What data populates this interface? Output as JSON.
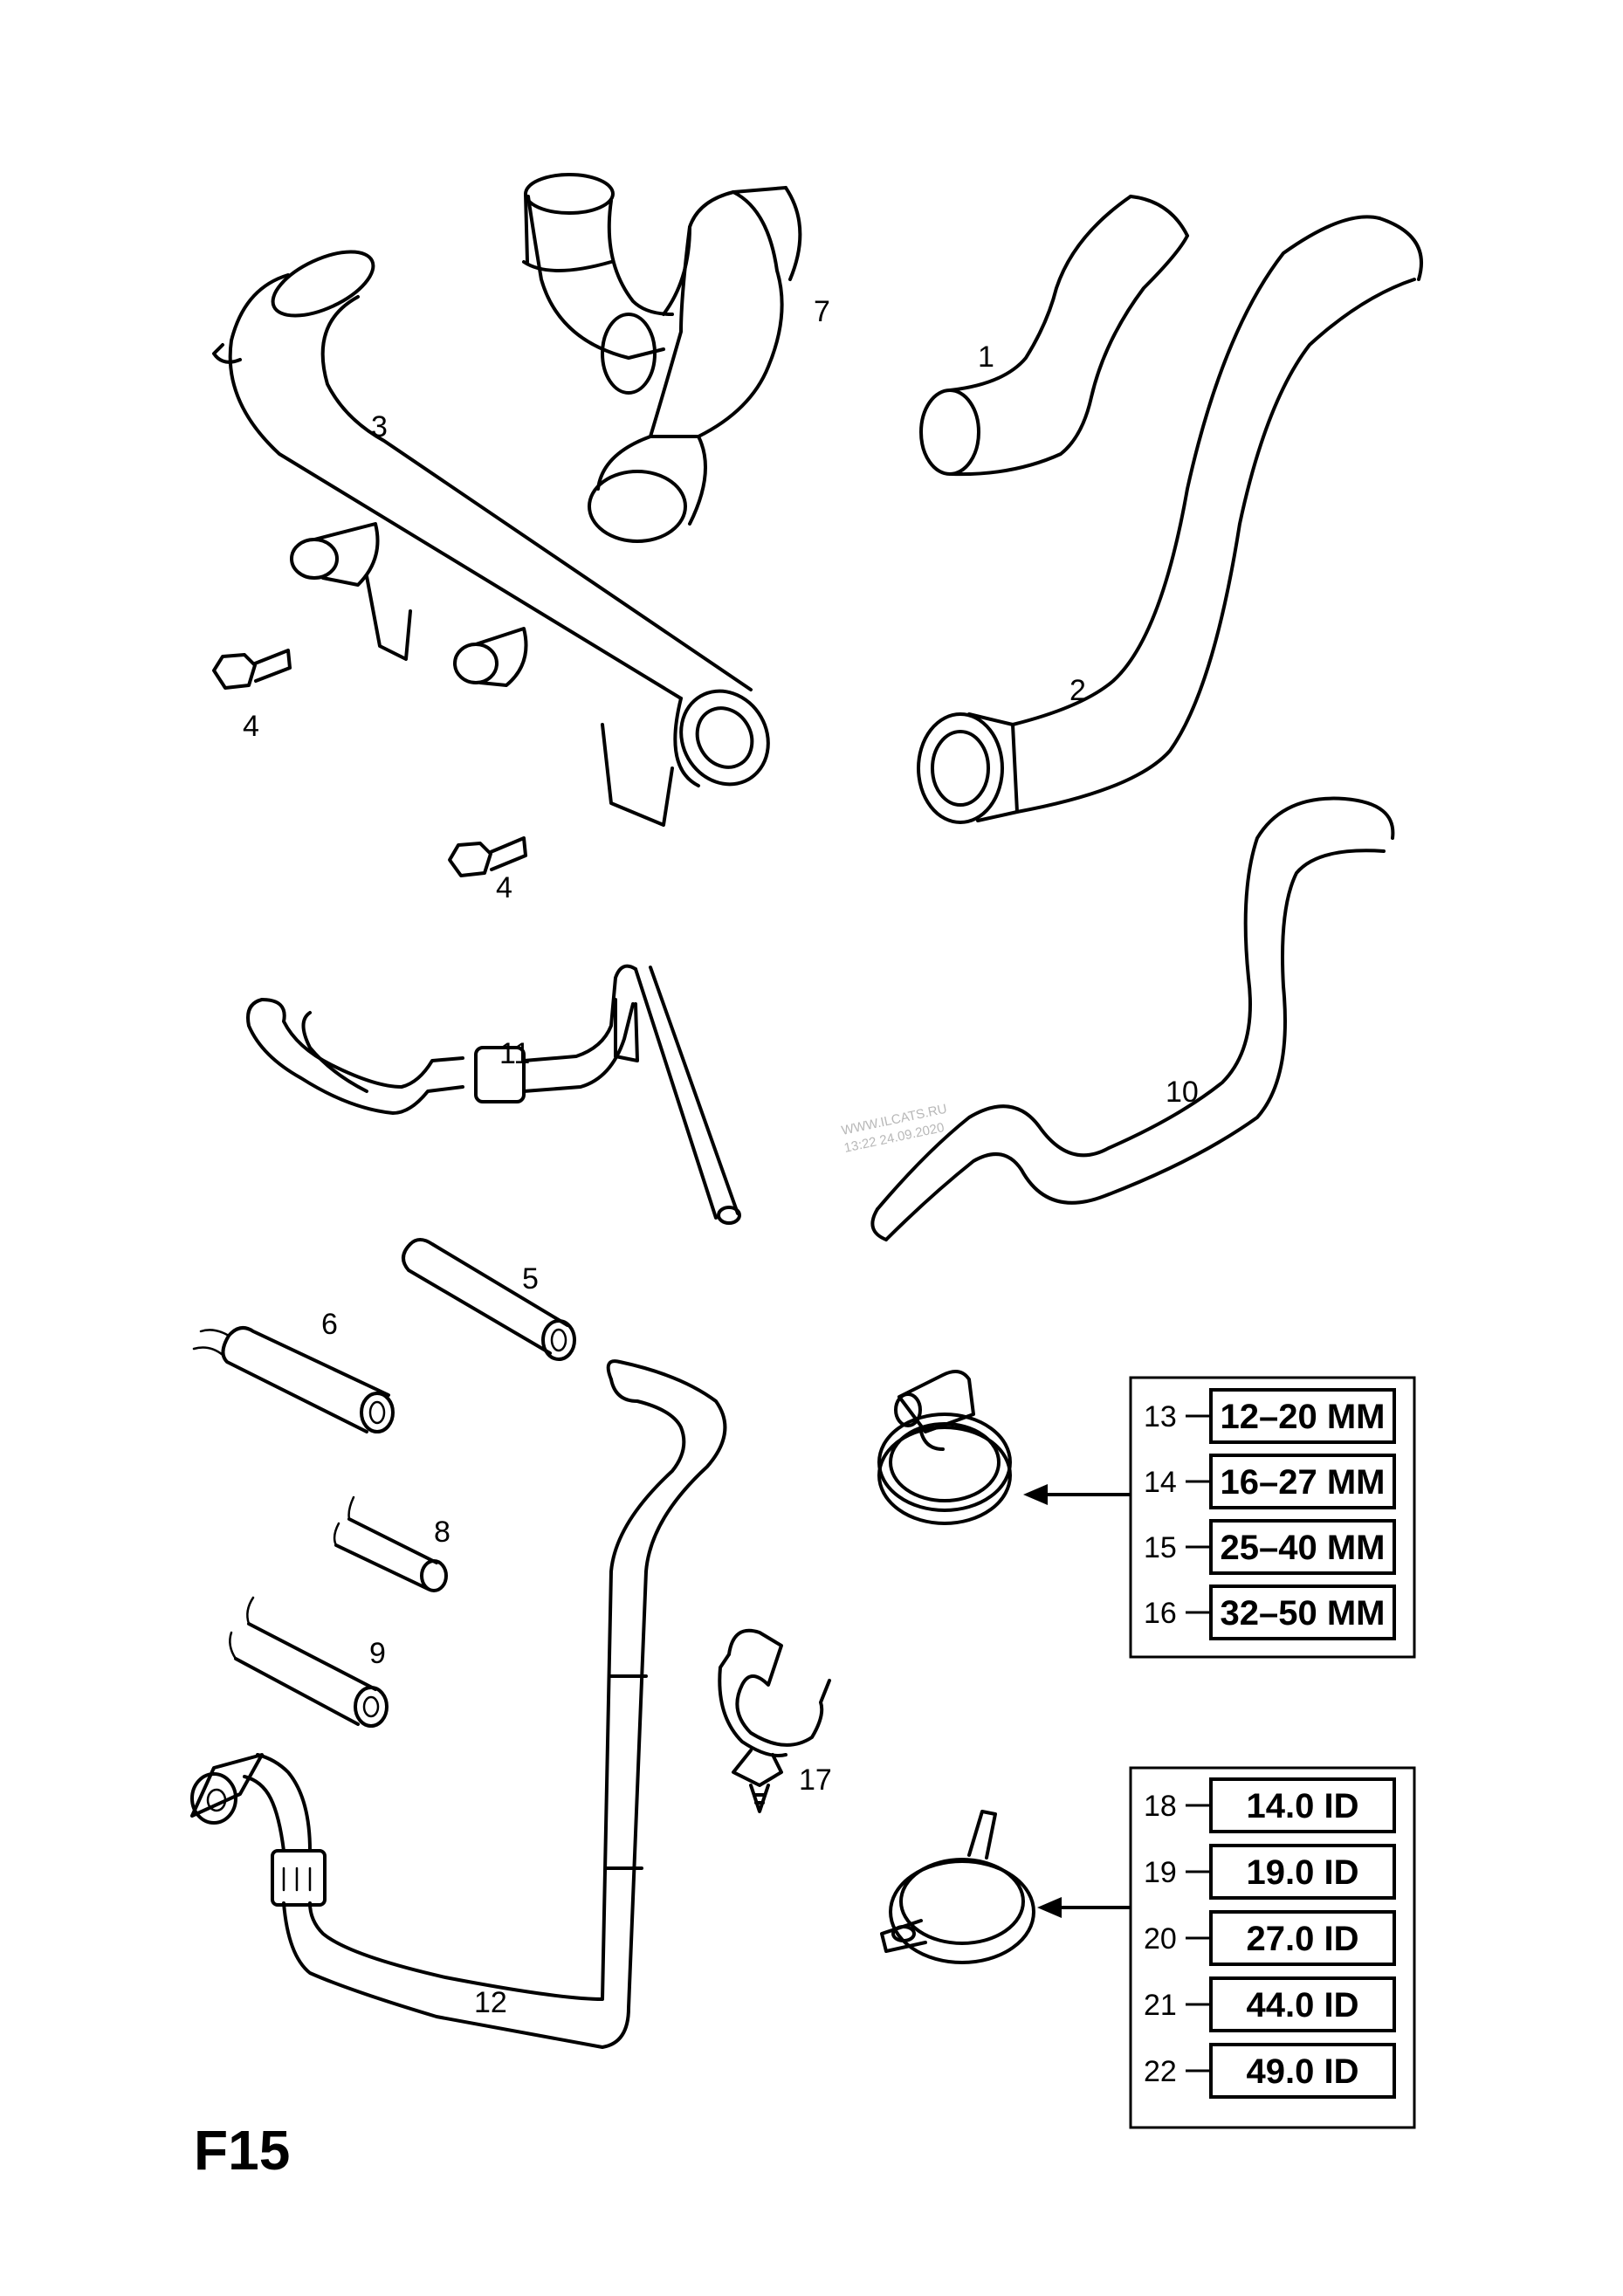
{
  "figure_code": "F15",
  "watermark": {
    "line1": "WWW.ILCATS.RU",
    "line2": "13:22 24.09.2020"
  },
  "callouts": {
    "p1": "1",
    "p2": "2",
    "p3": "3",
    "p4a": "4",
    "p4b": "4",
    "p5": "5",
    "p6": "6",
    "p7": "7",
    "p8": "8",
    "p9": "9",
    "p10": "10",
    "p11": "11",
    "p12": "12",
    "p17": "17"
  },
  "clamp_sizes_screw": [
    {
      "num": "13",
      "label": "12–20 MM"
    },
    {
      "num": "14",
      "label": "16–27 MM"
    },
    {
      "num": "15",
      "label": "25–40 MM"
    },
    {
      "num": "16",
      "label": "32–50 MM"
    }
  ],
  "clamp_sizes_spring": [
    {
      "num": "18",
      "label": "14.0 ID"
    },
    {
      "num": "19",
      "label": "19.0 ID"
    },
    {
      "num": "20",
      "label": "27.0 ID"
    },
    {
      "num": "21",
      "label": "44.0 ID"
    },
    {
      "num": "22",
      "label": "49.0 ID"
    }
  ]
}
